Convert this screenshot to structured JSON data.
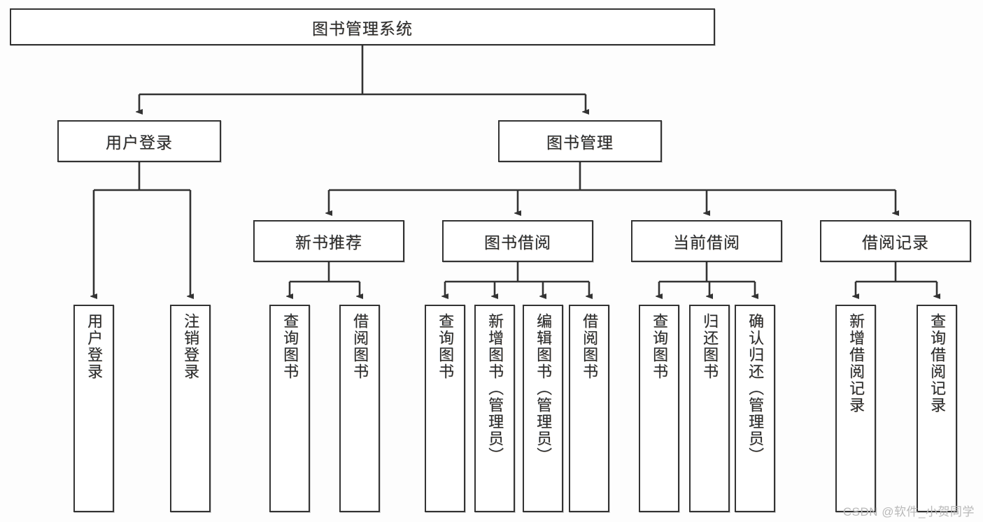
{
  "diagram": {
    "title": "图书管理系统",
    "type": "tree-hierarchy-chart",
    "root": {
      "label": "图书管理系统"
    },
    "level2": [
      {
        "label": "用户登录"
      },
      {
        "label": "图书管理"
      }
    ],
    "level3": [
      {
        "label": "新书推荐"
      },
      {
        "label": "图书借阅"
      },
      {
        "label": "当前借阅"
      },
      {
        "label": "借阅记录"
      }
    ],
    "leaves": {
      "user_login": [
        {
          "label": "用户登录"
        },
        {
          "label": "注销登录"
        }
      ],
      "new_book_recommend": [
        {
          "label": "查询图书"
        },
        {
          "label": "借阅图书"
        }
      ],
      "book_borrow": [
        {
          "label": "查询图书"
        },
        {
          "label": "新增图书（管理员）"
        },
        {
          "label": "编辑图书（管理员）"
        },
        {
          "label": "借阅图书"
        }
      ],
      "current_borrow": [
        {
          "label": "查询图书"
        },
        {
          "label": "归还图书"
        },
        {
          "label": "确认归还（管理员）"
        }
      ],
      "borrow_record": [
        {
          "label": "新增借阅记录"
        },
        {
          "label": "查询借阅记录"
        }
      ]
    }
  },
  "watermark": {
    "text": "CSDN @软件_小贺同学"
  },
  "colors": {
    "border": "#333333",
    "box_fill": "#ffffff",
    "background": "#fdfdfd",
    "text": "#2b2b2b",
    "watermark": "#b9b9b9"
  }
}
